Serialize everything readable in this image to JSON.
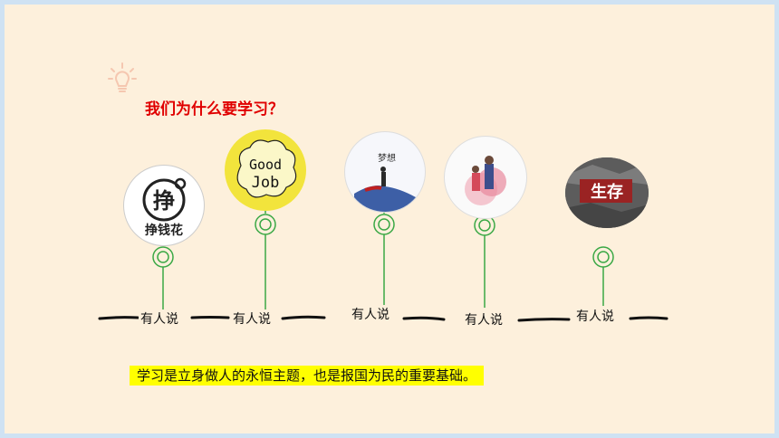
{
  "heading": "我们为什么要学习？",
  "items": [
    {
      "icon_text": "挣",
      "image_text": "挣钱花",
      "label": "有人说"
    },
    {
      "image_text_1": "Good",
      "image_text_2": "Job",
      "label": "有人说"
    },
    {
      "image_text": "梦想",
      "label": "有人说"
    },
    {
      "label": "有人说"
    },
    {
      "image_text": "生存",
      "label": "有人说"
    }
  ],
  "caption": "学习是立身做人的永恒主题，也是报国为民的重要基础。",
  "colors": {
    "background": "#fdf0dc",
    "title": "#e00000",
    "connector": "#3aa845",
    "highlight": "#ffff00"
  }
}
